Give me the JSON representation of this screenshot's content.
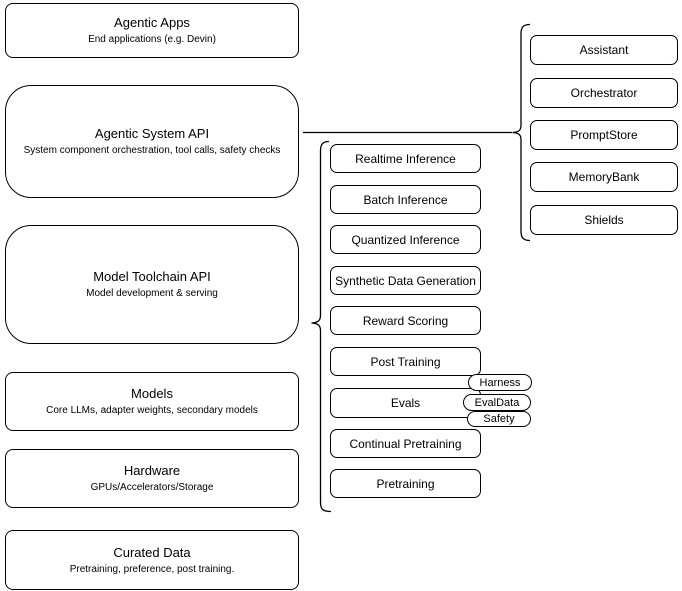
{
  "diagram": {
    "stack": [
      {
        "title": "Agentic Apps",
        "subtitle": "End applications (e.g. Devin)"
      },
      {
        "title": "Agentic System API",
        "subtitle": "System component orchestration, tool calls, safety checks"
      },
      {
        "title": "Model Toolchain API",
        "subtitle": "Model development & serving"
      },
      {
        "title": "Models",
        "subtitle": "Core LLMs, adapter weights, secondary models"
      },
      {
        "title": "Hardware",
        "subtitle": "GPUs/Accelerators/Storage"
      },
      {
        "title": "Curated Data",
        "subtitle": "Pretraining, preference, post training."
      }
    ],
    "toolchain_items": [
      {
        "label": "Realtime Inference"
      },
      {
        "label": "Batch Inference"
      },
      {
        "label": "Quantized Inference"
      },
      {
        "label": "Synthetic Data Generation"
      },
      {
        "label": "Reward Scoring"
      },
      {
        "label": "Post Training"
      },
      {
        "label": "Evals"
      },
      {
        "label": "Continual Pretraining"
      },
      {
        "label": "Pretraining"
      }
    ],
    "eval_tags": [
      {
        "label": "Harness"
      },
      {
        "label": "EvalData"
      },
      {
        "label": "Safety"
      }
    ],
    "system_components": [
      {
        "label": "Assistant"
      },
      {
        "label": "Orchestrator"
      },
      {
        "label": "PromptStore"
      },
      {
        "label": "MemoryBank"
      },
      {
        "label": "Shields"
      }
    ],
    "colors": {
      "stroke": "#000000",
      "fill": "#ffffff",
      "text": "#000000"
    }
  }
}
